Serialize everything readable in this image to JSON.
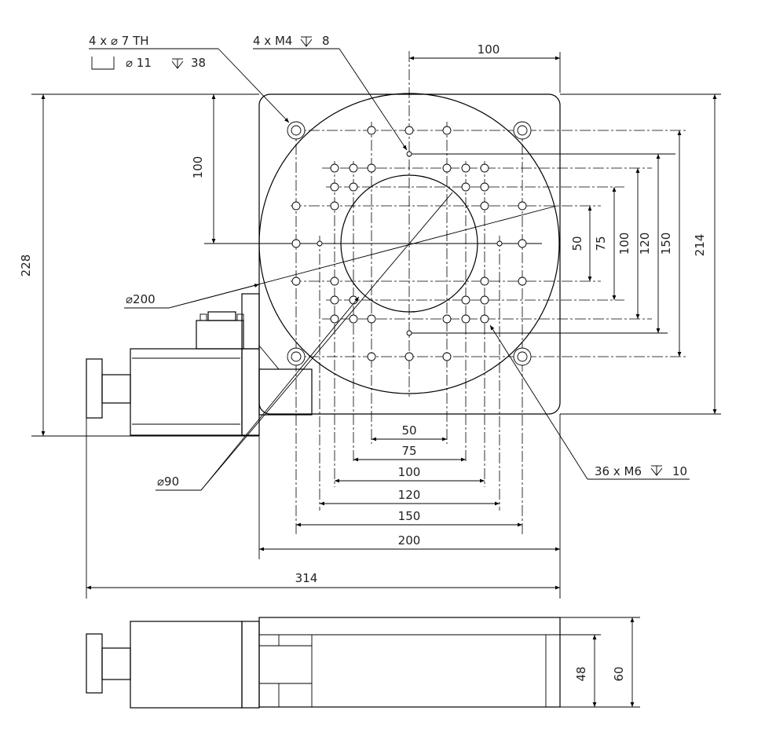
{
  "annotations": {
    "through_holes_line1": "4 x ⌀ 7 TH",
    "through_holes_line2_dia": "⌀ 11",
    "through_holes_line2_depth": "38",
    "m4_holes": "4 x M4",
    "m4_depth": "8",
    "m6_holes": "36 x M6",
    "m6_depth": "10",
    "dia_200": "⌀200",
    "dia_90": "⌀90"
  },
  "dimensions": {
    "top_100": "100",
    "left_100": "100",
    "left_228": "228",
    "right_50": "50",
    "right_75": "75",
    "right_100": "100",
    "right_120": "120",
    "right_150": "150",
    "right_214": "214",
    "bottom_50": "50",
    "bottom_75": "75",
    "bottom_100": "100",
    "bottom_120": "120",
    "bottom_150": "150",
    "bottom_200": "200",
    "bottom_314": "314",
    "side_48": "48",
    "side_60": "60"
  }
}
